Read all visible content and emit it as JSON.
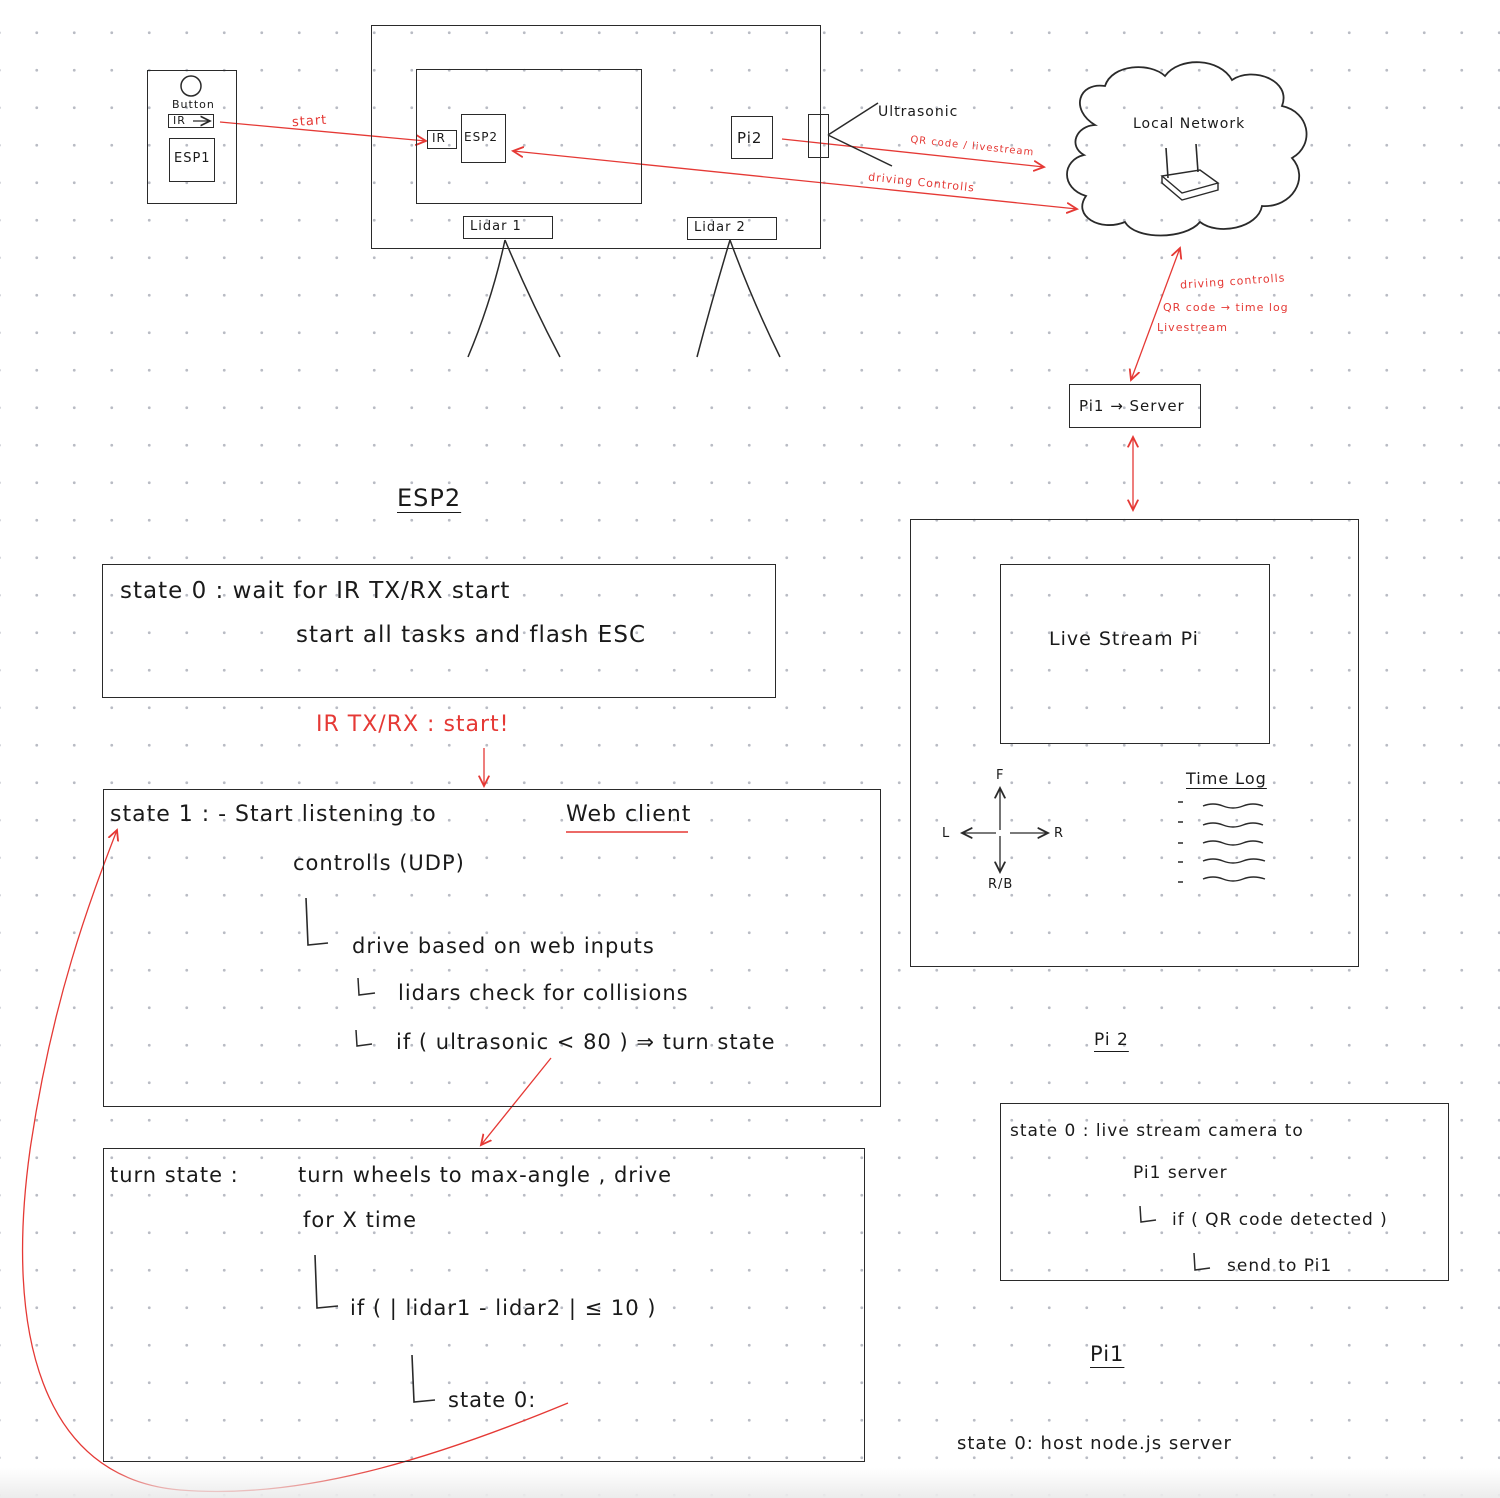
{
  "colors": {
    "ink": "#1a1a1a",
    "accent_red": "#e53935",
    "grid_dot": "#b9bcc4"
  },
  "top": {
    "button_label": "Button",
    "ir_label": "IR",
    "esp1_label": "ESP1",
    "start_label": "start",
    "ir_small": "IR",
    "esp2_label": "ESP2",
    "pi2_label": "Pi2",
    "ultrasonic_label": "Ultrasonic",
    "qr_label": "QR code / livestream",
    "driving_label": "driving Controlls",
    "lidar1_label": "Lidar 1",
    "lidar2_label": "Lidar 2",
    "network_label": "Local Network",
    "server_notes": [
      "driving controlls",
      "QR code → time log",
      "Livestream"
    ],
    "pi1_server_label": "Pi1 → Server"
  },
  "esp2": {
    "title": "ESP2",
    "state0": [
      "state 0 :  wait  for  IR  TX/RX  start",
      "start  all  tasks  and  flash  ESC"
    ],
    "transition": "IR   TX/RX  :  start!",
    "state1": [
      "state  1 : - Start  listening  to",
      "Web client",
      "controlls  (UDP)",
      "drive  based  on  web  inputs",
      "lidars  check  for  collisions",
      "if ( ultrasonic < 80 )  ⇒  turn  state"
    ],
    "turn_state": [
      "turn state :",
      "turn  wheels  to  max-angle , drive",
      "for  X  time",
      "if  (  | lidar1 - lidar2 |  ≤  10  )",
      "state 0:"
    ]
  },
  "web_ui": {
    "live_stream": "Live  Stream  Pi",
    "dir_f": "F",
    "dir_l": "L",
    "dir_r": "R",
    "dir_rb": "R/B",
    "time_log": "Time Log"
  },
  "pi2": {
    "title": "Pi 2",
    "lines": [
      "state 0 :  live  stream  camera  to",
      "Pi1  server",
      "if  ( QR code  detected )",
      "send  to  Pi1"
    ]
  },
  "pi1": {
    "title": "Pi1",
    "state0": "state 0:   host   node.js   server"
  }
}
